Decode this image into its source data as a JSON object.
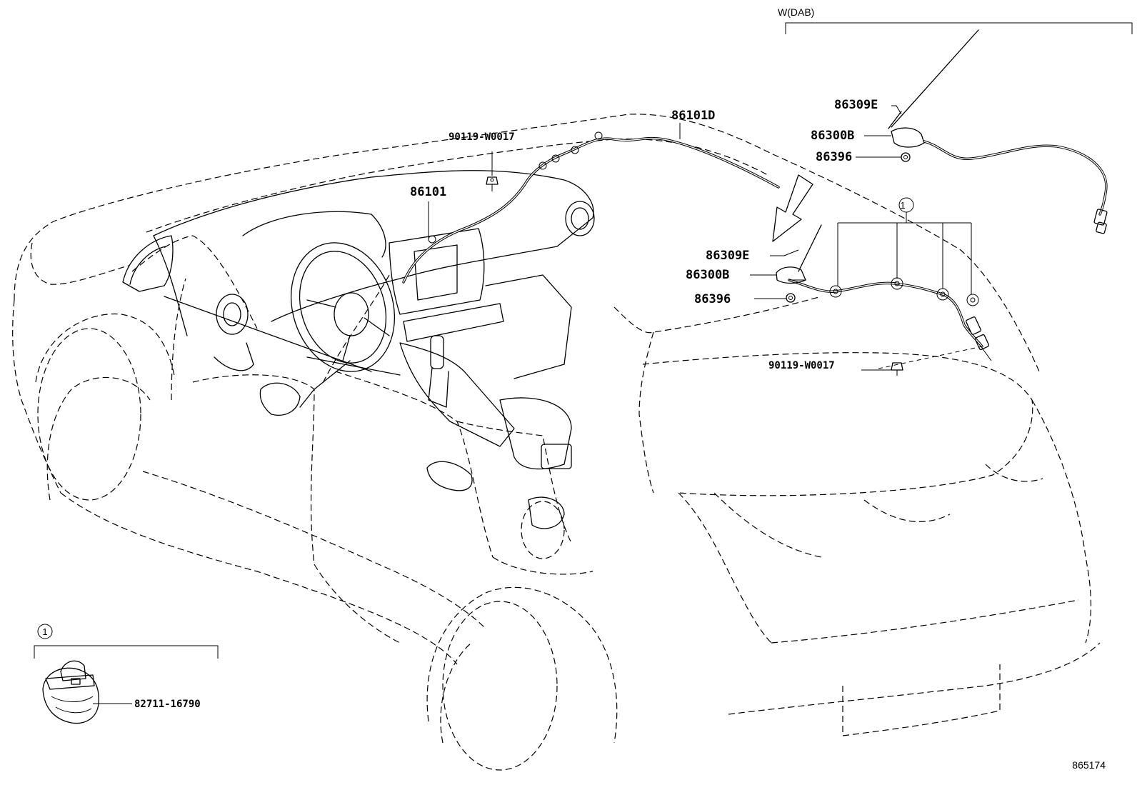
{
  "callouts": {
    "main_cable": "86101",
    "sub_cable": "86101D",
    "screw_front": "90119-W0017",
    "screw_rear": "90119-W0017",
    "rod_antenna_detail": "86309E",
    "antenna_base_detail": "86300B",
    "nut_detail": "86396",
    "rod_antenna": "86309E",
    "antenna_base": "86300B",
    "nut": "86396",
    "clamp": "82711-16790"
  },
  "variant_label": "W(DAB)",
  "clip_ref_mark": "1",
  "inset_ref_mark": "1",
  "diagram_id": "865174"
}
